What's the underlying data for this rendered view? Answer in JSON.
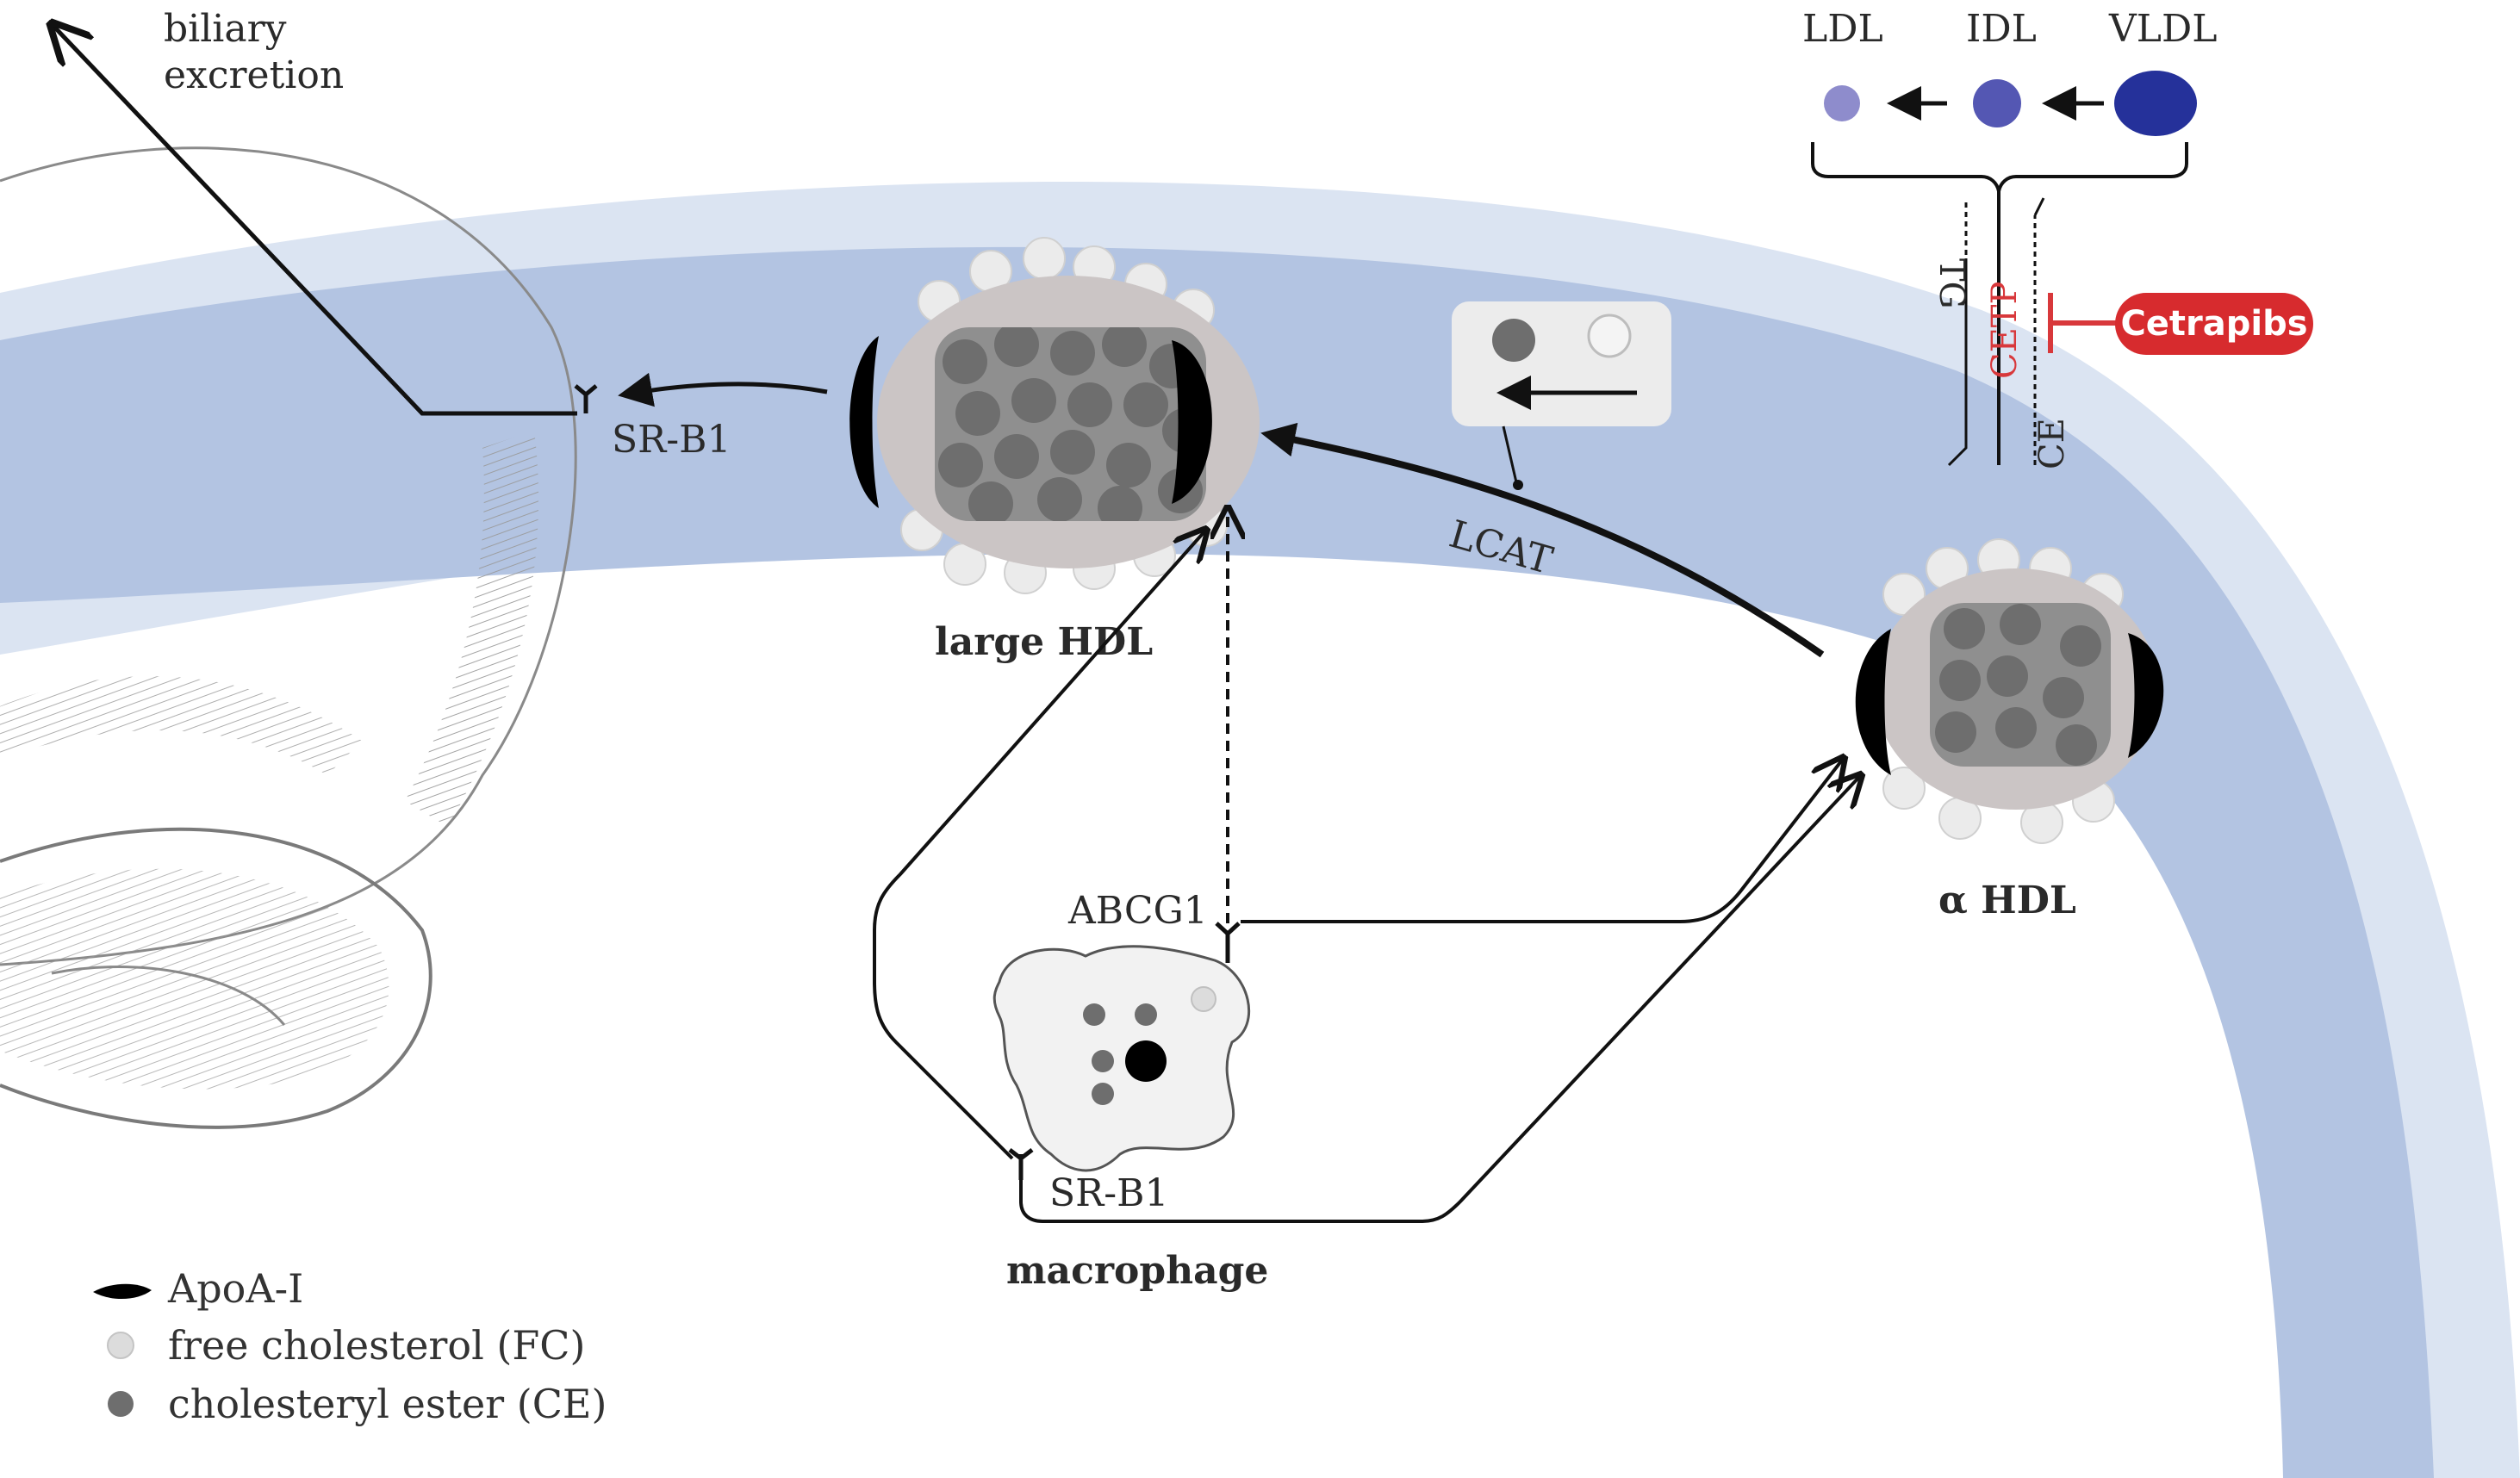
{
  "labels": {
    "biliary_excretion_line1": "biliary",
    "biliary_excretion_line2": "excretion",
    "srb1_liver": "SR-B1",
    "large_hdl": "large HDL",
    "alpha_hdl": "α HDL",
    "lcat": "LCAT",
    "abcg1": "ABCG1",
    "srb1_macrophage": "SR-B1",
    "macrophage": "macrophage",
    "ldl": "LDL",
    "idl": "IDL",
    "vldl": "VLDL",
    "tg": "TG",
    "cetp": "CETP",
    "ce": "CE",
    "cetrapibs": "Cetrapibs"
  },
  "legend": [
    {
      "label": "ApoA-I",
      "icon": "apoa1-icon"
    },
    {
      "label": "free cholesterol (FC)",
      "icon": "free-cholesterol-icon"
    },
    {
      "label": "cholesteryl ester (CE)",
      "icon": "cholesteryl-ester-icon"
    }
  ],
  "colors": {
    "vessel_outer": "#dbe4f2",
    "vessel_inner": "#b3c4e2",
    "hdl_shell": "#cbc5c5",
    "hdl_core": "#8f8f8f",
    "ester": "#6e6e6e",
    "free_chol": "#ebebeb",
    "apoa1": "#000000",
    "ldl": "#8e8ccc",
    "idl": "#5457b3",
    "vldl": "#25319a",
    "cetp_red": "#d8383b",
    "cetrapibs_fill": "#d72b2e"
  }
}
